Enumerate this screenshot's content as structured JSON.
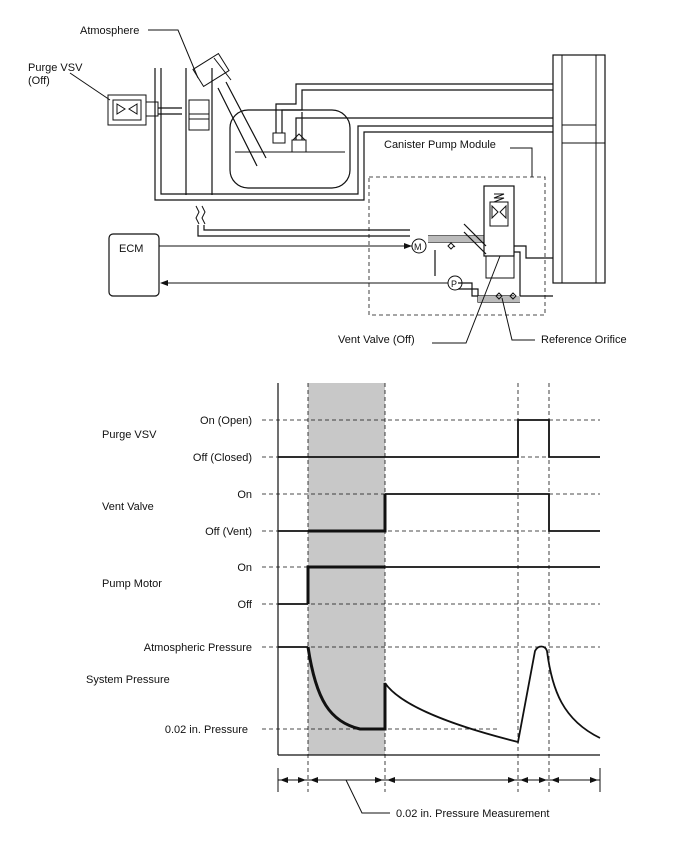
{
  "diagram": {
    "labels": {
      "atmosphere": "Atmosphere",
      "purge_vsv_line1": "Purge VSV",
      "purge_vsv_line2": "(Off)",
      "canister_pump_module": "Canister Pump Module",
      "ecm": "ECM",
      "motor_symbol": "M",
      "pressure_sensor_symbol": "P",
      "vent_valve": "Vent Valve (Off)",
      "reference_orifice": "Reference Orifice"
    }
  },
  "timing_chart": {
    "signals": {
      "purge_vsv": {
        "name": "Purge VSV",
        "high_label": "On (Open)",
        "low_label": "Off (Closed)"
      },
      "vent_valve": {
        "name": "Vent Valve",
        "high_label": "On",
        "low_label": "Off (Vent)"
      },
      "pump_motor": {
        "name": "Pump Motor",
        "high_label": "On",
        "low_label": "Off"
      },
      "system_pressure": {
        "name": "System Pressure",
        "high_label": "Atmospheric Pressure",
        "low_label": "0.02 in. Pressure"
      }
    },
    "measurement_label": "0.02 in. Pressure Measurement"
  }
}
